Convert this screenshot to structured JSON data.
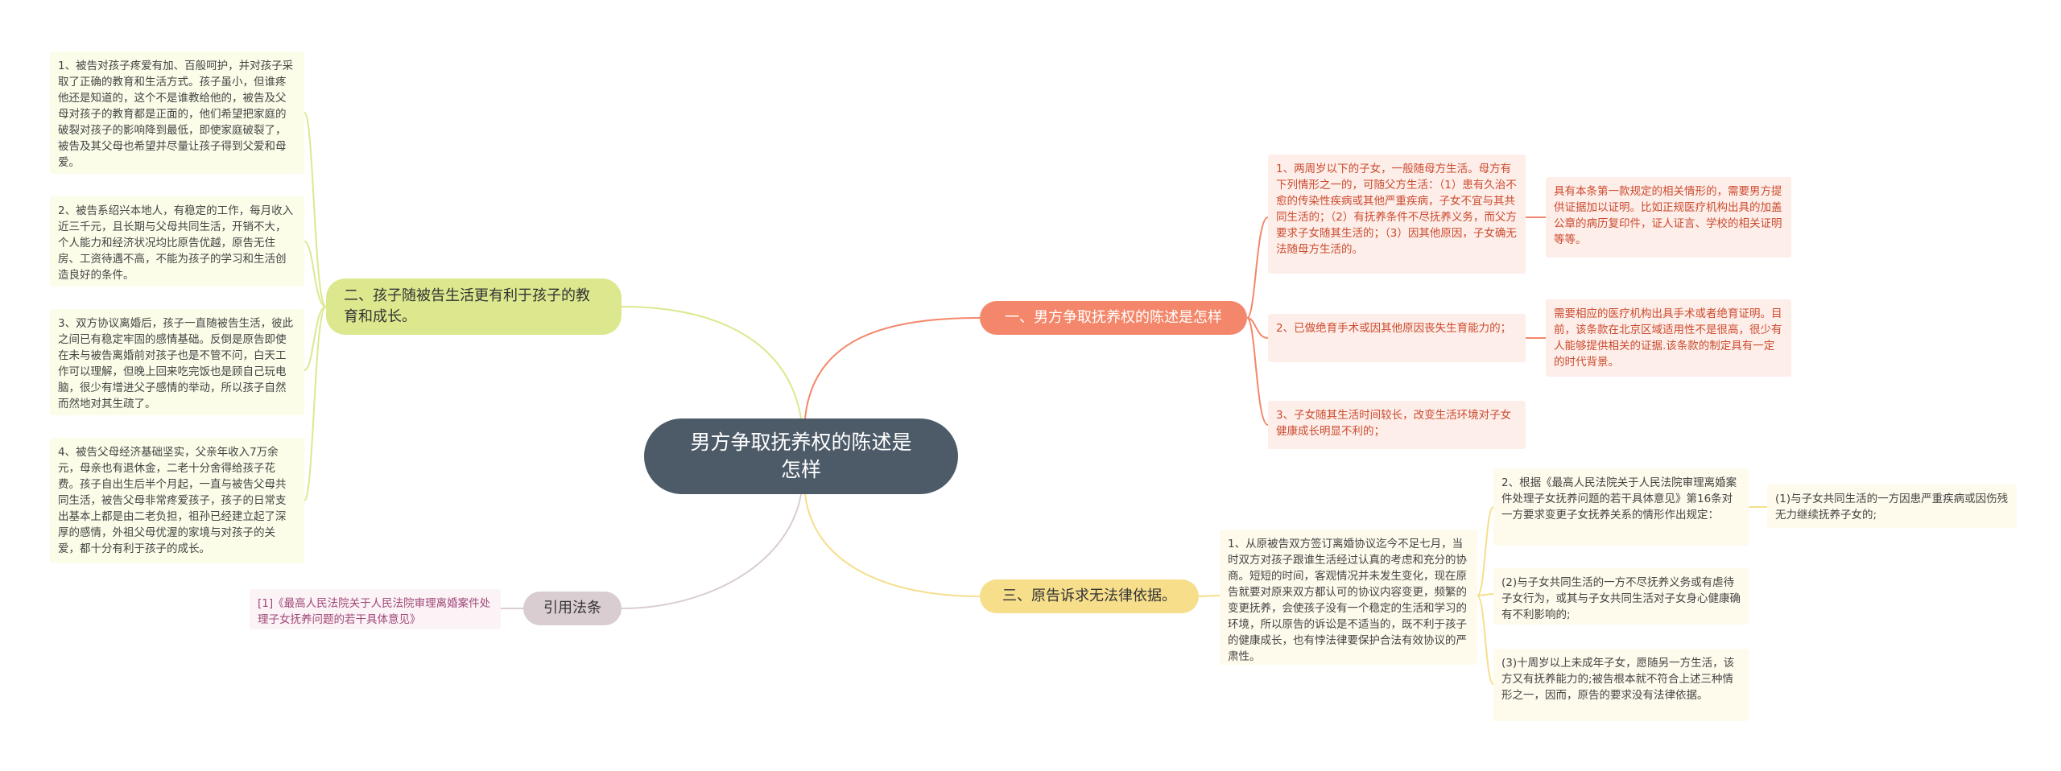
{
  "root": {
    "title": "男方争取抚养权的陈述是怎样"
  },
  "branches": {
    "b1": {
      "title": "一、男方争取抚养权的陈述是怎样",
      "items": [
        "1、两周岁以下的子女，一般随母方生活。母方有下列情形之一的，可随父方生活：（1）患有久治不愈的传染性疾病或其他严重疾病，子女不宜与其共同生活的；（2）有抚养条件不尽抚养义务，而父方要求子女随其生活的；（3）因其他原因，子女确无法随母方生活的。",
        "2、已做绝育手术或因其他原因丧失生育能力的；",
        "3、子女随其生活时间较长，改变生活环境对子女健康成长明显不利的；"
      ],
      "notes": [
        "具有本条第一款规定的相关情形的，需要男方提供证据加以证明。比如正规医疗机构出具的加盖公章的病历复印件，证人证言、学校的相关证明等等。",
        "需要相应的医疗机构出具手术或者绝育证明。目前，该条款在北京区域适用性不是很高，很少有人能够提供相关的证据.该条款的制定具有一定的时代背景。"
      ]
    },
    "b2": {
      "title": "二、孩子随被告生活更有利于孩子的教育和成长。",
      "items": [
        "1、被告对孩子疼爱有加、百般呵护，并对孩子采取了正确的教育和生活方式。孩子虽小，但谁疼他还是知道的，这个不是谁教给他的，被告及父母对孩子的教育都是正面的，他们希望把家庭的破裂对孩子的影响降到最低，即使家庭破裂了，被告及其父母也希望并尽量让孩子得到父爱和母爱。",
        "2、被告系绍兴本地人，有稳定的工作，每月收入近三千元，且长期与父母共同生活，开销不大，个人能力和经济状况均比原告优越，原告无住房、工资待遇不高，不能为孩子的学习和生活创造良好的条件。",
        "3、双方协议离婚后，孩子一直随被告生活，彼此之间已有稳定牢固的感情基础。反倒是原告即使在未与被告离婚前对孩子也是不管不问，白天工作可以理解，但晚上回来吃完饭也是顾自己玩电脑，很少有增进父子感情的举动，所以孩子自然而然地对其生疏了。",
        "4、被告父母经济基础坚实，父亲年收入7万余元，母亲也有退休金，二老十分舍得给孩子花费。孩子自出生后半个月起，一直与被告父母共同生活，被告父母非常疼爱孩子，孩子的日常支出基本上都是由二老负担，祖孙已经建立起了深厚的感情，外祖父母优渥的家境与对孩子的关爱，都十分有利于孩子的成长。"
      ]
    },
    "b3": {
      "title": "三、原告诉求无法律依据。",
      "item": "1、从原被告双方签订离婚协议迄今不足七月，当时双方对孩子跟谁生活经过认真的考虑和充分的协商。短短的时间，客观情况并未发生变化，现在原告就要对原来双方都认可的协议内容变更，频繁的变更抚养，会使孩子没有一个稳定的生活和学习的环境，所以原告的诉讼是不适当的，既不利于孩子的健康成长，也有悖法律要保护合法有效协议的严肃性。",
      "subitems": [
        "2、根据《最高人民法院关于人民法院审理离婚案件处理子女抚养问题的若干具体意见》第16条对一方要求变更子女抚养关系的情形作出规定：",
        "(2)与子女共同生活的一方不尽抚养义务或有虐待子女行为，或其与子女共同生活对子女身心健康确有不利影响的;",
        "(3)十周岁以上未成年子女，愿随另一方生活，该方又有抚养能力的;被告根本就不符合上述三种情形之一，因而，原告的要求没有法律依据。"
      ],
      "note": "(1)与子女共同生活的一方因患严重疾病或因伤残无力继续抚养子女的;"
    },
    "b4": {
      "title": "引用法条",
      "item": "[1]《最高人民法院关于人民法院审理离婚案件处理子女抚养问题的若干具体意见》"
    }
  },
  "colors": {
    "root": "#4d5b69",
    "branch1": "#f4876b",
    "branch2": "#dde88e",
    "branch3": "#f6de8b",
    "branch4": "#d9cdd2"
  }
}
